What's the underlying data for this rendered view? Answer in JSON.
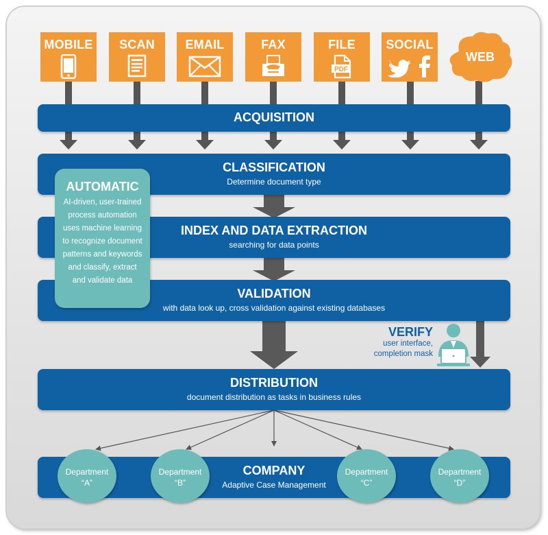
{
  "sources": [
    {
      "label": "MOBILE",
      "icon": "mobile-phone-icon"
    },
    {
      "label": "SCAN",
      "icon": "scanned-document-icon"
    },
    {
      "label": "EMAIL",
      "icon": "envelope-icon"
    },
    {
      "label": "FAX",
      "icon": "fax-machine-icon"
    },
    {
      "label": "FILE",
      "icon": "pdf-file-icon"
    },
    {
      "label": "SOCIAL",
      "icon": "twitter-facebook-icon"
    },
    {
      "label": "WEB",
      "icon": "cloud-icon"
    }
  ],
  "stages": {
    "acquisition": {
      "title": "ACQUISITION"
    },
    "classification": {
      "title": "CLASSIFICATION",
      "subtitle": "Determine document type"
    },
    "extraction": {
      "title": "INDEX AND DATA EXTRACTION",
      "subtitle": "searching for data points"
    },
    "validation": {
      "title": "VALIDATION",
      "subtitle": "with data look up, cross validation against existing databases"
    },
    "distribution": {
      "title": "DISTRIBUTION",
      "subtitle": "document distribution as tasks in business rules"
    },
    "company": {
      "title": "COMPANY",
      "subtitle": "Adaptive Case Management"
    }
  },
  "automatic": {
    "title": "AUTOMATIC",
    "body": "AI-driven, user-trained\nprocess automation\nuses machine learning\nto recognize document\npatterns and keywords\nand classify, extract\nand validate data"
  },
  "verify": {
    "title": "VERIFY",
    "line1": "user interface,",
    "line2": "completion mask",
    "icon": "user-at-laptop-icon"
  },
  "departments": [
    {
      "line1": "Department",
      "line2": "“A”"
    },
    {
      "line1": "Department",
      "line2": "“B”"
    },
    {
      "line1": "Department",
      "line2": "“C”"
    },
    {
      "line1": "Department",
      "line2": "“D”"
    }
  ],
  "colors": {
    "source_orange": "#f29a37",
    "stage_blue": "#1060a4",
    "teal": "#6dbcb9",
    "arrow_gray": "#5a5a5a"
  }
}
